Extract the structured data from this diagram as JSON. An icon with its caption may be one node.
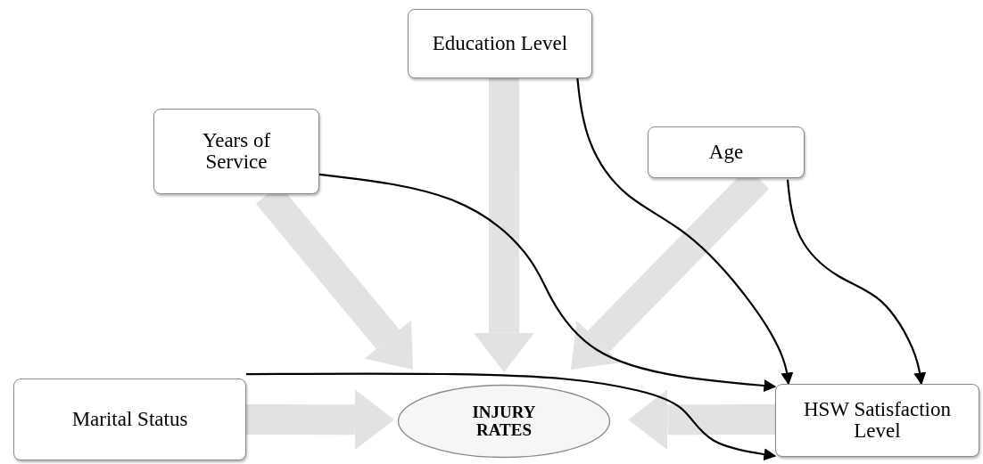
{
  "diagram": {
    "nodes": [
      {
        "text": [
          "Education Level"
        ]
      },
      {
        "text": [
          "Years of Service"
        ]
      },
      {
        "text": [
          "Age"
        ]
      },
      {
        "text": [
          "Marital Status"
        ]
      },
      {
        "text": [
          "INJURY RATES"
        ]
      },
      {
        "text": [
          "HSW Satisfaction Level"
        ]
      }
    ],
    "edges": [
      {
        "from": 1,
        "to": 4,
        "arrow": "to"
      },
      {
        "from": 0,
        "to": 4,
        "arrow": "to"
      },
      {
        "from": 2,
        "to": 4,
        "arrow": "to"
      },
      {
        "from": 3,
        "to": 4,
        "arrow": "to"
      },
      {
        "from": 5,
        "to": 4,
        "arrow": "to"
      },
      {
        "from": 0,
        "to": 5,
        "arrow": "to",
        "color": "#000000"
      },
      {
        "from": 2,
        "to": 5,
        "arrow": "to",
        "color": "#000000"
      },
      {
        "from": 1,
        "to": 5,
        "arrow": "to",
        "color": "#000000"
      },
      {
        "from": 3,
        "to": 5,
        "arrow": "to",
        "color": "#000000"
      }
    ]
  }
}
